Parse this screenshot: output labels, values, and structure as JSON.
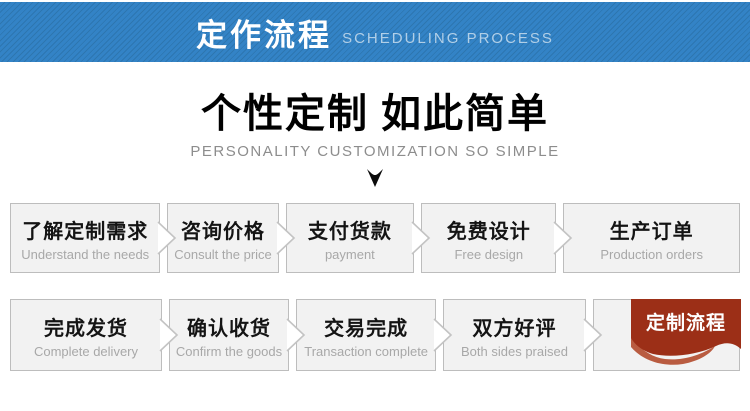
{
  "banner": {
    "title": "定作流程",
    "subtitle": "SCHEDULING PROCESS"
  },
  "hero": {
    "title": "个性定制 如此简单",
    "subtitle": "PERSONALITY CUSTOMIZATION SO SIMPLE"
  },
  "process": {
    "row1": [
      {
        "title": "了解定制需求",
        "subtitle": "Understand the needs"
      },
      {
        "title": "咨询价格",
        "subtitle": "Consult the price"
      },
      {
        "title": "支付货款",
        "subtitle": "payment"
      },
      {
        "title": "免费设计",
        "subtitle": "Free design"
      },
      {
        "title": "生产订单",
        "subtitle": "Production orders"
      }
    ],
    "row2": [
      {
        "title": "完成发货",
        "subtitle": "Complete delivery"
      },
      {
        "title": "确认收货",
        "subtitle": "Confirm the goods"
      },
      {
        "title": "交易完成",
        "subtitle": "Transaction complete"
      },
      {
        "title": "双方好评",
        "subtitle": "Both sides praised"
      }
    ],
    "ribbon_label": "定制流程"
  },
  "colors": {
    "banner_blue": "#3383c6",
    "banner_blue_stripe": "#2d76b0",
    "box_bg": "#f2f2f2",
    "box_border": "#bdbdbd",
    "ribbon_red": "#9c2f17",
    "ribbon_red_light": "#b95c41"
  }
}
